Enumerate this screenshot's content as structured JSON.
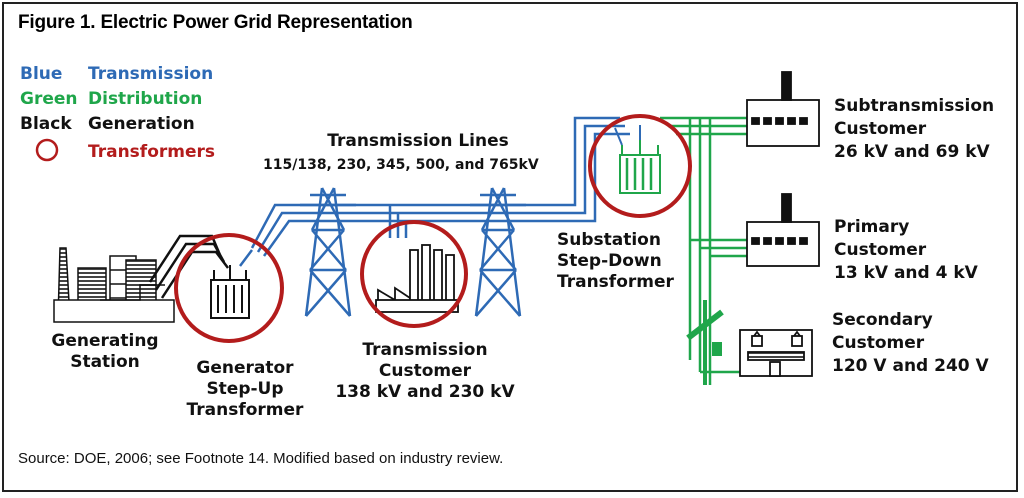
{
  "title": "Figure 1. Electric Power Grid Representation",
  "colors": {
    "transmission": "#2e6ab5",
    "distribution": "#1fa64a",
    "generation": "#111111",
    "transformer": "#b31c1c"
  },
  "legend": [
    {
      "key": "Blue",
      "label": "Transmission",
      "key_color": "#2e6ab5",
      "label_color": "#2e6ab5"
    },
    {
      "key": "Green",
      "label": "Distribution",
      "key_color": "#1fa64a",
      "label_color": "#1fa64a"
    },
    {
      "key": "Black",
      "label": "Generation",
      "key_color": "#111111",
      "label_color": "#111111"
    },
    {
      "key": "",
      "label": "Transformers",
      "key_color": "#b31c1c",
      "label_color": "#b31c1c"
    }
  ],
  "transmission_lines": {
    "title": "Transmission Lines",
    "voltages": "115/138, 230, 345, 500, and 765kV"
  },
  "generating_station": {
    "line1": "Generating",
    "line2": "Station"
  },
  "generator_transformer": {
    "line1": "Generator",
    "line2": "Step-Up",
    "line3": "Transformer"
  },
  "transmission_customer": {
    "line1": "Transmission",
    "line2": "Customer",
    "line3": "138 kV and 230 kV"
  },
  "substation": {
    "line1": "Substation",
    "line2": "Step-Down",
    "line3": "Transformer"
  },
  "subtransmission_customer": {
    "line1": "Subtransmission",
    "line2": "Customer",
    "line3": "26 kV and 69 kV"
  },
  "primary_customer": {
    "line1": "Primary",
    "line2": "Customer",
    "line3": "13 kV and 4 kV"
  },
  "secondary_customer": {
    "line1": "Secondary",
    "line2": "Customer",
    "line3": "120 V and 240 V"
  },
  "source": "Source: DOE, 2006; see Footnote 14. Modified based on industry review."
}
